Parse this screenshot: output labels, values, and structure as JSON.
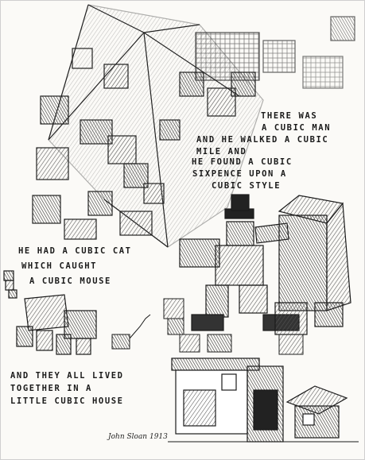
{
  "poem": {
    "verse1": [
      "THERE WAS",
      "A CUBIC MAN",
      "AND HE WALKED A CUBIC",
      "MILE        AND",
      "HE FOUND A CUBIC",
      "SIXPENCE UPON A",
      "CUBIC STYLE"
    ],
    "verse2": [
      "HE HAD A CUBIC CAT",
      "WHICH CAUGHT",
      "A CUBIC MOUSE"
    ],
    "verse3": [
      "AND THEY ALL LIVED",
      "TOGETHER IN A",
      "LITTLE CUBIC HOUSE"
    ]
  },
  "signature": "John Sloan 1913"
}
